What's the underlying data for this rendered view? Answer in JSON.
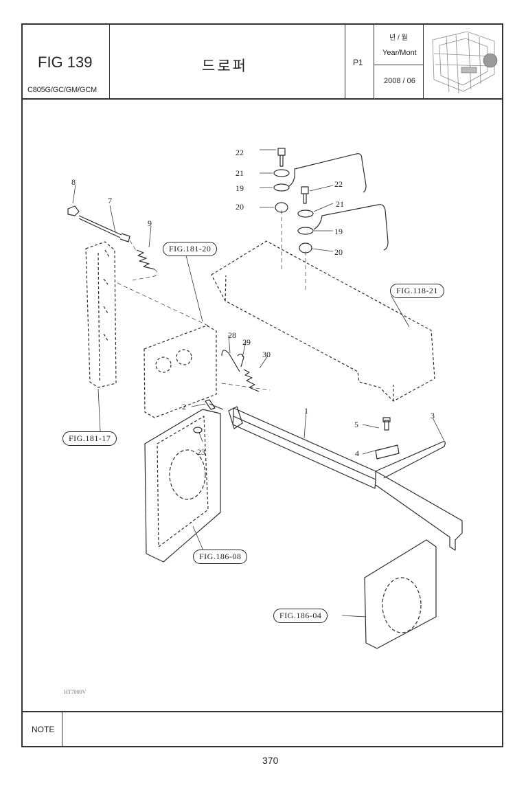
{
  "header": {
    "fig_number": "FIG 139",
    "model": "C805G/GC/GM/GCM",
    "title": "드로퍼",
    "page_code": "P1",
    "year_month_korean": "년 / 월",
    "year_month_label": "Year/Mont",
    "year_month_value": "2008 / 06"
  },
  "diagram": {
    "parts": [
      {
        "id": "p1",
        "label": "1"
      },
      {
        "id": "p2",
        "label": "2"
      },
      {
        "id": "p3",
        "label": "3"
      },
      {
        "id": "p4",
        "label": "4"
      },
      {
        "id": "p5",
        "label": "5"
      },
      {
        "id": "p7",
        "label": "7"
      },
      {
        "id": "p8",
        "label": "8"
      },
      {
        "id": "p9",
        "label": "9"
      },
      {
        "id": "p19a",
        "label": "19"
      },
      {
        "id": "p19b",
        "label": "19"
      },
      {
        "id": "p20a",
        "label": "20"
      },
      {
        "id": "p20b",
        "label": "20"
      },
      {
        "id": "p21a",
        "label": "21"
      },
      {
        "id": "p21b",
        "label": "21"
      },
      {
        "id": "p22a",
        "label": "22"
      },
      {
        "id": "p22b",
        "label": "22"
      },
      {
        "id": "p23",
        "label": "23"
      },
      {
        "id": "p28",
        "label": "28"
      },
      {
        "id": "p29",
        "label": "29"
      },
      {
        "id": "p30",
        "label": "30"
      }
    ],
    "references": [
      {
        "id": "r1",
        "label": "FIG.181-20"
      },
      {
        "id": "r2",
        "label": "FIG.118-21"
      },
      {
        "id": "r3",
        "label": "FIG.181-17"
      },
      {
        "id": "r4",
        "label": "FIG.186-08"
      },
      {
        "id": "r5",
        "label": "FIG.186-04"
      }
    ],
    "drawing_code": "HT7000V"
  },
  "footer": {
    "note_label": "NOTE",
    "page_number": "370"
  }
}
